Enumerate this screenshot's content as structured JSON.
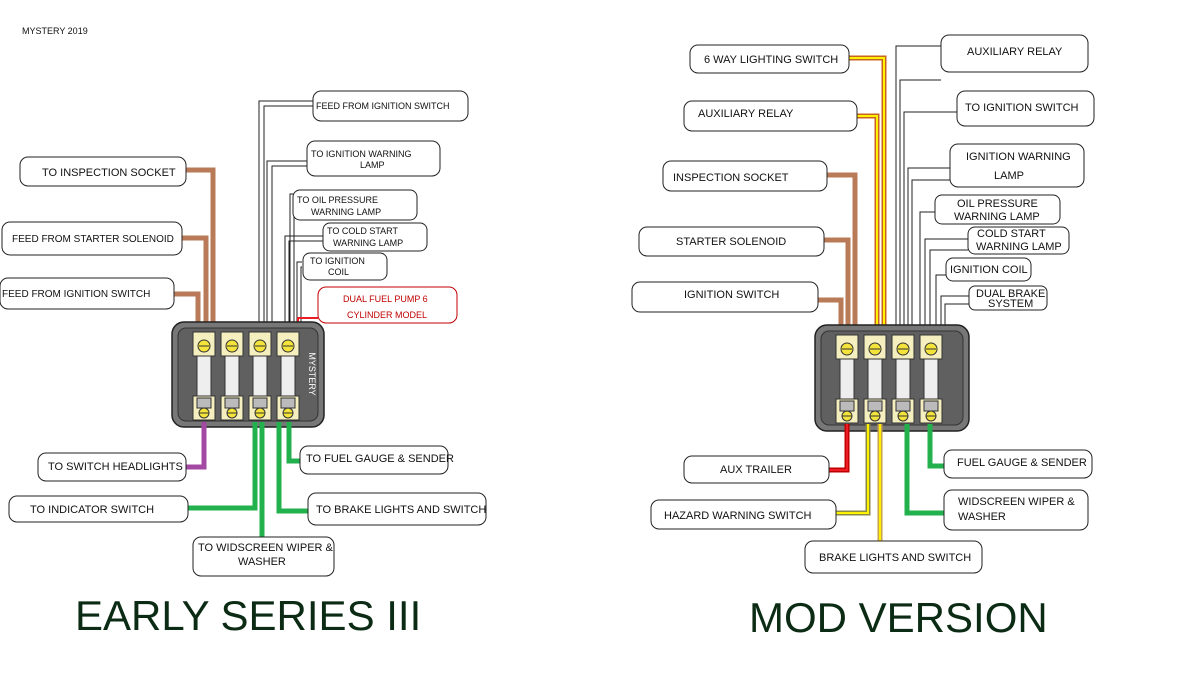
{
  "watermark": "MYSTERY 2019",
  "fusebox_brand": "MYSTERY",
  "colors": {
    "brown": "#b97a57",
    "purple": "#a349a4",
    "green": "#22b14c",
    "red": "#ed1c24",
    "yellow": "#fff200",
    "dark_red": "#c00000",
    "title": "#0b2b14"
  },
  "left": {
    "title": "EARLY SERIES III",
    "labels": {
      "feed_ignition_top": "FEED FROM IGNITION SWITCH",
      "ign_warn_1": "TO IGNITION WARNING",
      "ign_warn_2": "LAMP",
      "oil_1": "TO OIL PRESSURE",
      "oil_2": "WARNING LAMP",
      "cold_1": "TO COLD START",
      "cold_2": "WARNING LAMP",
      "coil_1": "TO IGNITION",
      "coil_2": "COIL",
      "dual_1": "DUAL FUEL PUMP 6",
      "dual_2": "CYLINDER MODEL",
      "inspection": "TO    INSPECTION SOCKET",
      "starter": "FEED FROM STARTER SOLENOID",
      "feed_ign_left": "FEED FROM IGNITION SWITCH",
      "headlights": "TO  SWITCH HEADLIGHTS",
      "indicator": "TO  INDICATOR  SWITCH",
      "wiper_1": "TO WIDSCREEN WIPER &",
      "wiper_2": "WASHER",
      "fuel": "TO  FUEL GAUGE & SENDER",
      "brake": "TO  BRAKE LIGHTS AND SWITCH"
    }
  },
  "right": {
    "title": "MOD VERSION",
    "labels": {
      "six_way": "6 WAY LIGHTING SWITCH",
      "aux_relay_l": "AUXILIARY RELAY",
      "inspection": "INSPECTION SOCKET",
      "starter": "STARTER SOLENOID",
      "ignition": "IGNITION SWITCH",
      "aux_relay_r": "AUXILIARY RELAY",
      "to_ign": "TO IGNITION SWITCH",
      "ign_warn_1": "IGNITION WARNING",
      "ign_warn_2": "LAMP",
      "oil_1": "OIL PRESSURE",
      "oil_2": "WARNING LAMP",
      "cold_1": "COLD START",
      "cold_2": "WARNING LAMP",
      "coil": "IGNITION COIL",
      "dual_1": "DUAL BRAKE",
      "dual_2": "SYSTEM",
      "aux_trailer": "AUX TRAILER",
      "hazard": "HAZARD WARNING SWITCH",
      "brake": "BRAKE LIGHTS AND SWITCH",
      "fuel": "FUEL GAUGE & SENDER",
      "wiper_1": "WIDSCREEN WIPER &",
      "wiper_2": "WASHER"
    }
  }
}
